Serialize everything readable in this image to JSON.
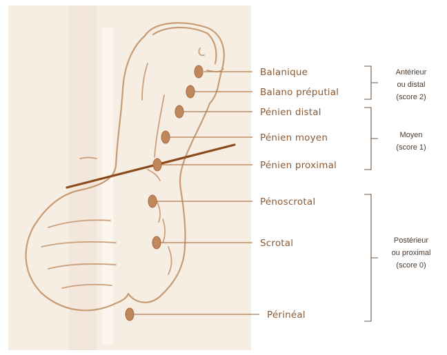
{
  "locations": [
    {
      "label": "Balanique"
    },
    {
      "label": "Balano préputial"
    },
    {
      "label": "Pénien distal"
    },
    {
      "label": "Pénien moyen"
    },
    {
      "label": "Pénien proximal"
    },
    {
      "label": "Pénoscrotal"
    },
    {
      "label": "Scrotal"
    },
    {
      "label": "Périnéal"
    }
  ],
  "groups": [
    {
      "lines": [
        "Antérieur",
        "ou distal",
        "(score 2)"
      ]
    },
    {
      "lines": [
        "Moyen",
        "(score 1)"
      ]
    },
    {
      "lines": [
        "Postérieur",
        "ou proximal",
        "(score 0)"
      ]
    }
  ],
  "colors": {
    "background_panel": "#f6ede3",
    "outline": "#c79b74",
    "dot": "#c0875a",
    "label_text": "#8a5a34",
    "cut_line": "#8a4a1c",
    "group_text": "#4a3a2e"
  }
}
